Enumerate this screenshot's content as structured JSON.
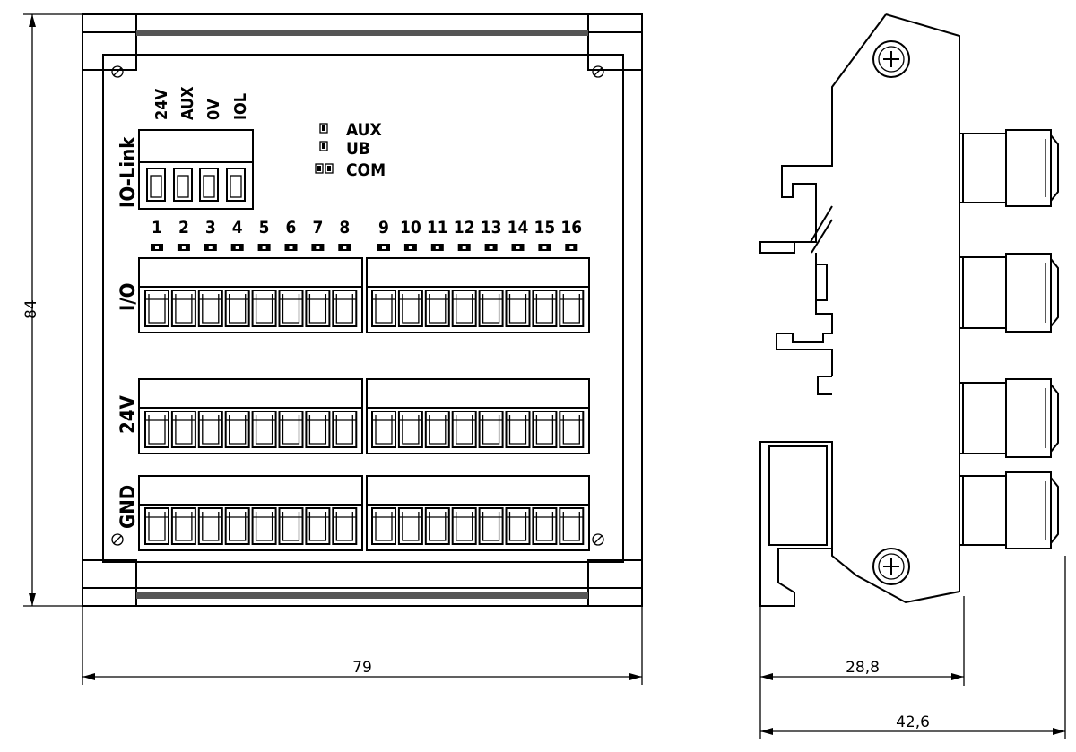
{
  "dimensions": {
    "height": "84",
    "width": "79",
    "side_depth": "28,8",
    "side_total": "42,6"
  },
  "labels": {
    "io_link": "IO-Link",
    "io_link_pins": [
      "24V",
      "AUX",
      "0V",
      "IOL"
    ],
    "io_row": "I/O",
    "v24_row": "24V",
    "gnd_row": "GND",
    "channels": [
      "1",
      "2",
      "3",
      "4",
      "5",
      "6",
      "7",
      "8",
      "9",
      "10",
      "11",
      "12",
      "13",
      "14",
      "15",
      "16"
    ]
  },
  "status_leds": [
    {
      "label": "AUX"
    },
    {
      "label": "UB"
    },
    {
      "label": "COM"
    }
  ]
}
